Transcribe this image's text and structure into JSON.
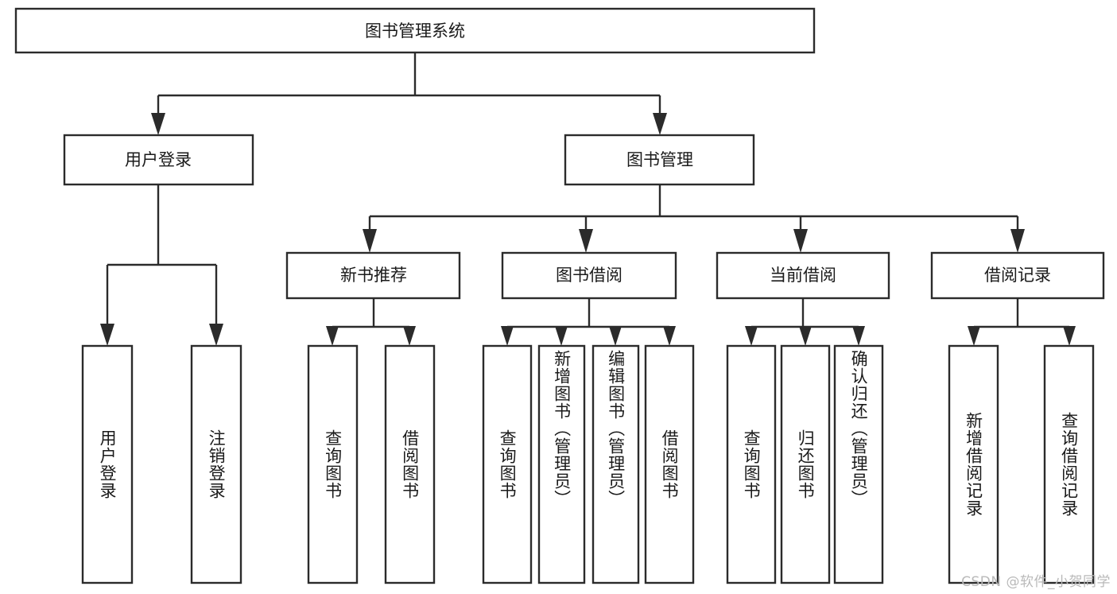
{
  "diagram": {
    "type": "tree",
    "title": "图书管理系统",
    "watermark": "CSDN @软件_小贺同学",
    "colors": {
      "stroke": "#2b2b2b",
      "fill": "#ffffff",
      "text": "#1a1a1a",
      "watermark": "#b9b9b9",
      "background": "#ffffff"
    },
    "levels": {
      "root": {
        "label": "图书管理系统"
      },
      "level2": [
        {
          "label": "用户登录"
        },
        {
          "label": "图书管理"
        }
      ],
      "level3": [
        {
          "label": "新书推荐"
        },
        {
          "label": "图书借阅"
        },
        {
          "label": "当前借阅"
        },
        {
          "label": "借阅记录"
        }
      ],
      "leaves": [
        {
          "label": "用户登录",
          "parent": "用户登录"
        },
        {
          "label": "注销登录",
          "parent": "用户登录"
        },
        {
          "label": "查询图书",
          "parent": "新书推荐"
        },
        {
          "label": "借阅图书",
          "parent": "新书推荐"
        },
        {
          "label": "查询图书",
          "parent": "图书借阅"
        },
        {
          "label": "新增图书（管理员）",
          "parent": "图书借阅"
        },
        {
          "label": "编辑图书（管理员）",
          "parent": "图书借阅"
        },
        {
          "label": "借阅图书",
          "parent": "图书借阅"
        },
        {
          "label": "查询图书",
          "parent": "当前借阅"
        },
        {
          "label": "归还图书",
          "parent": "当前借阅"
        },
        {
          "label": "确认归还（管理员）",
          "parent": "当前借阅"
        },
        {
          "label": "新增借阅记录",
          "parent": "借阅记录"
        },
        {
          "label": "查询借阅记录",
          "parent": "借阅记录"
        }
      ]
    }
  }
}
